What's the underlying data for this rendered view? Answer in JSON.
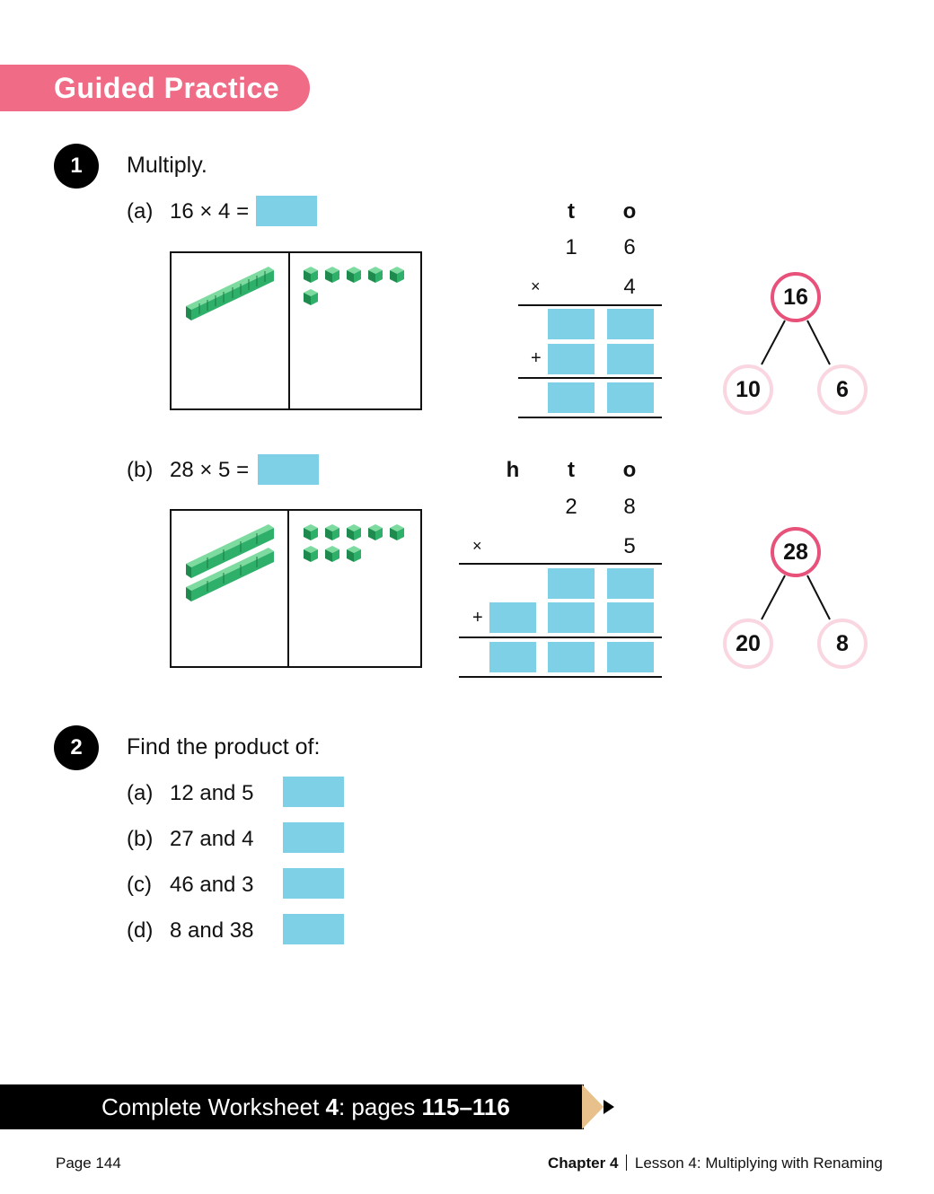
{
  "banner": {
    "title": "Guided Practice"
  },
  "q1": {
    "number": "1",
    "instruction": "Multiply.",
    "a": {
      "label": "(a)",
      "expression": "16 × 4 =",
      "headers": {
        "tens": "t",
        "ones": "o"
      },
      "top": {
        "tens": "1",
        "ones": "6"
      },
      "multiplier": {
        "sign": "×",
        "ones": "4"
      },
      "plus_sign": "+",
      "number_bond": {
        "whole": "16",
        "parts": [
          "10",
          "6"
        ]
      }
    },
    "b": {
      "label": "(b)",
      "expression": "28 × 5 =",
      "headers": {
        "hundreds": "h",
        "tens": "t",
        "ones": "o"
      },
      "top": {
        "tens": "2",
        "ones": "8"
      },
      "multiplier": {
        "sign": "×",
        "ones": "5"
      },
      "plus_sign": "+",
      "number_bond": {
        "whole": "28",
        "parts": [
          "20",
          "8"
        ]
      }
    }
  },
  "q2": {
    "number": "2",
    "instruction": "Find the product of:",
    "items": [
      {
        "label": "(a)",
        "text": "12 and 5"
      },
      {
        "label": "(b)",
        "text": "27 and 4"
      },
      {
        "label": "(c)",
        "text": "46 and 3"
      },
      {
        "label": "(d)",
        "text": "8 and 38"
      }
    ]
  },
  "footer": {
    "prefix": "Complete Worksheet ",
    "worksheet": "4",
    "middle": ": pages ",
    "pages": "115–116",
    "page_label": "Page 144",
    "chapter": "Chapter 4",
    "lesson": "Lesson 4: Multiplying with Renaming"
  },
  "colors": {
    "banner": "#ef6b86",
    "answer_box": "#7dd0e6",
    "cube": "#2fb06a",
    "bond_ring": "#e8517a",
    "bond_part_ring": "#f9d6e0"
  }
}
